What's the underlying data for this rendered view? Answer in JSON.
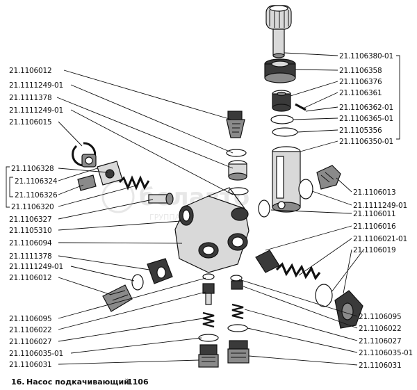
{
  "labels": {
    "l01": "21.1106012",
    "l02": "21.1111249-01",
    "l03": "21.1111378",
    "l04": "21.1111249-01",
    "l05": "21.1106015",
    "l06": "21.1106328",
    "l07": "21.1106324",
    "l08": "21.1106326",
    "l09": "21.1106320",
    "l10": "21.1106327",
    "l11": "21.1105310",
    "l12": "21.1106094",
    "l13": "21.1111378",
    "l14": "21.1111249-01",
    "l15": "21.1106012",
    "l16": "21.1106095",
    "l17": "21.1106022",
    "l18": "21.1106027",
    "l19": "21.1106035-01",
    "l20": "21.1106031",
    "r01": "21.1106380-01",
    "r02": "21.1106358",
    "r03": "21.1106376",
    "r04": "21.1106361",
    "r05": "21.1106362-01",
    "r06": "21.1106365-01",
    "r07": "21.1105356",
    "r08": "21.1106350-01",
    "r09": "21.1106013",
    "r10": "21.1111249-01",
    "r11": "21.1106011",
    "r12": "21.1106016",
    "r13": "21.1106021-01",
    "r14": "21.1106019",
    "r15": "21.1106095",
    "r16": "21.1106022",
    "r17": "21.1106027",
    "r18": "21.1106035-01",
    "r19": "21.1106031"
  },
  "caption": {
    "number": "16.",
    "title": "Насос подкачивающий",
    "group": "1106"
  },
  "watermark": {
    "brand": "белавто",
    "subtitle": "ГРУППА КОМПАНИЙ"
  }
}
